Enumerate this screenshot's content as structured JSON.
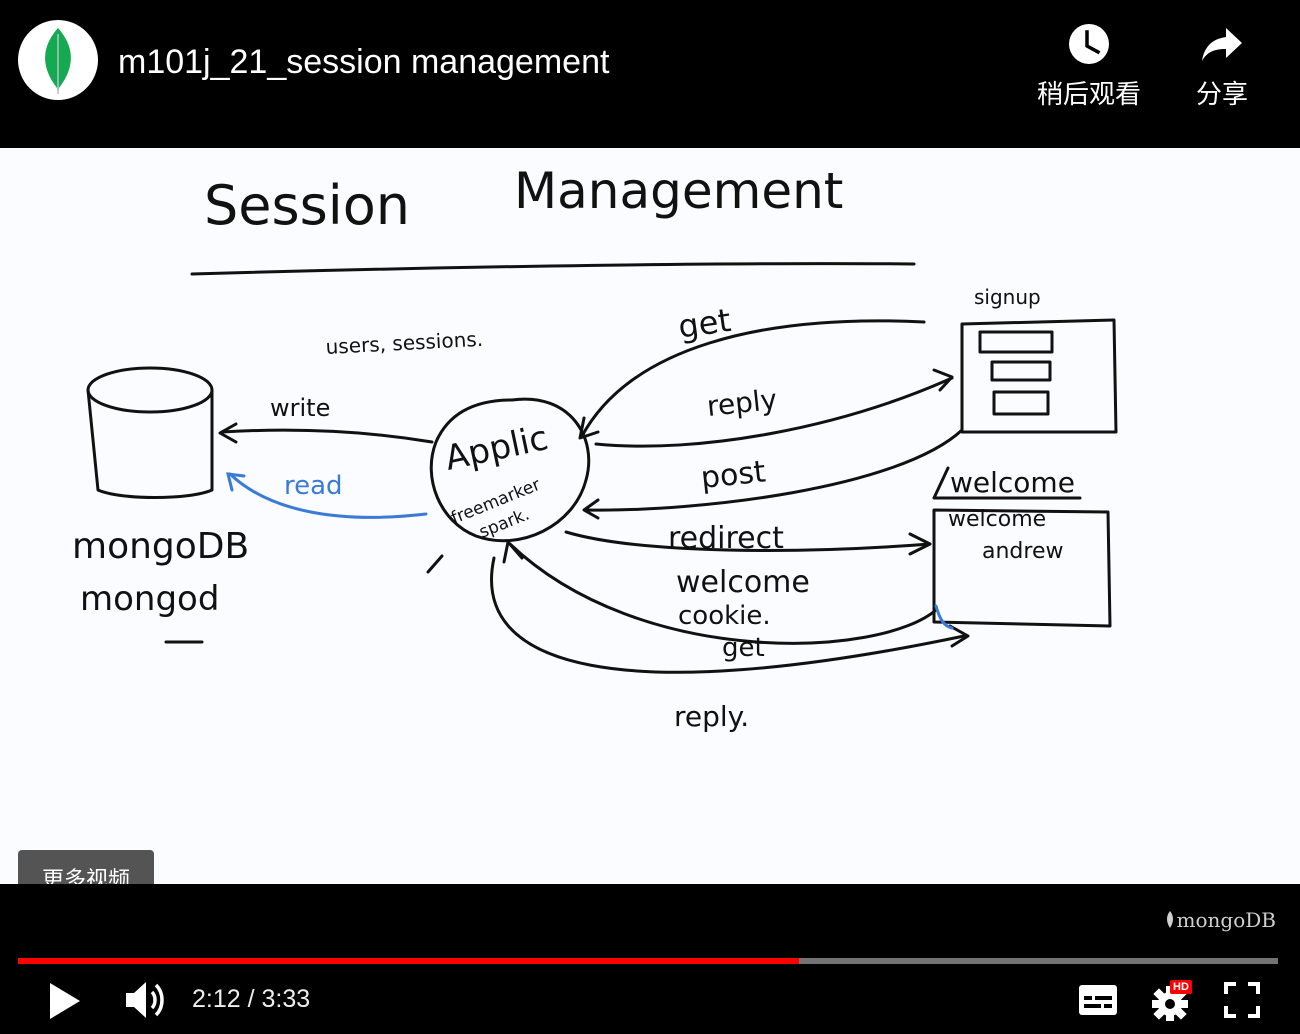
{
  "header": {
    "title": "m101j_21_session management",
    "watch_later_label": "稍后观看",
    "share_label": "分享"
  },
  "whiteboard": {
    "title_left": "Session",
    "title_right": "Management",
    "db_label_1": "mongoDB",
    "db_label_2": "mongod",
    "users_sessions": "users, sessions.",
    "write": "write",
    "read": "read",
    "app_label": "Applic",
    "app_sub_1": "freemarker",
    "app_sub_2": "spark.",
    "get_1": "get",
    "reply_1": "reply",
    "post": "post",
    "redirect": "redirect",
    "welcome": "welcome",
    "cookie": "cookie.",
    "get_2": "get",
    "reply_2": "reply.",
    "signup": "signup",
    "welcome_top": "welcome",
    "welcome_box_1": "welcome",
    "welcome_box_2": "andrew",
    "colors": {
      "ink": "#111111",
      "blue": "#3a7bd5"
    }
  },
  "overlay": {
    "more_videos_label": "更多视频"
  },
  "controls": {
    "watermark": "mongoDB",
    "current_time": "2:12",
    "duration": "3:33",
    "time_text": "2:12 / 3:33",
    "progress_fraction": 0.6197,
    "hd_label": "HD",
    "progress_color": "#ff0000"
  },
  "icons": {
    "avatar": "mongodb-leaf-icon",
    "watch_later": "clock-icon",
    "share": "share-arrow-icon",
    "play": "play-icon",
    "volume": "volume-icon",
    "subtitles": "subtitles-icon",
    "settings": "gear-icon",
    "fullscreen": "fullscreen-icon"
  }
}
